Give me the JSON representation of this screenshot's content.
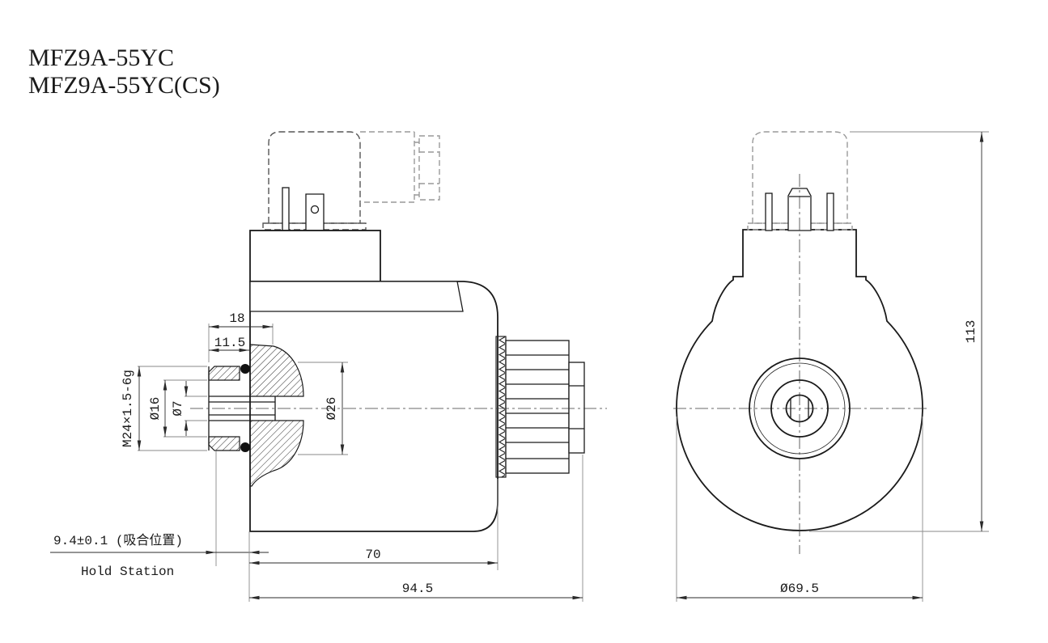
{
  "title": {
    "line1": "MFZ9A-55YC",
    "line2": "MFZ9A-55YC(CS)"
  },
  "side_view": {
    "dims": {
      "tube_depth_18": "18",
      "tube_protrusion_11_5": "11.5",
      "thread_spec": "M24×1.5-6g",
      "dia_16": "Ø16",
      "dia_7": "Ø7",
      "dia_26": "Ø26",
      "hold_station_cn": "9.4±0.1 (吸合位置)",
      "hold_station_en": "Hold Station",
      "coil_length_70": "70",
      "overall_length_94_5": "94.5"
    }
  },
  "front_view": {
    "dims": {
      "overall_height_113": "113",
      "coil_diameter_69_5": "Ø69.5"
    }
  },
  "colors": {
    "background": "#ffffff",
    "solid_line": "#1a1a1a",
    "dimension_line": "#2b2b2b",
    "extension_line": "#8a8a8a",
    "hidden_dashed_line": "#555555"
  }
}
